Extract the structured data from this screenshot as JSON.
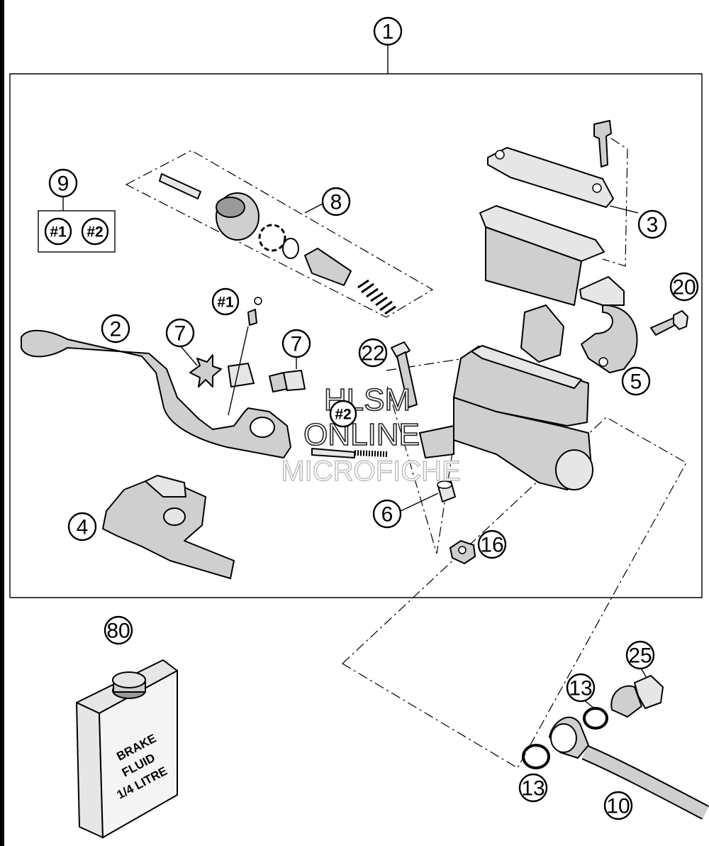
{
  "diagram": {
    "callouts": {
      "c1": "1",
      "c2": "2",
      "c3": "3",
      "c4": "4",
      "c5": "5",
      "c6": "6",
      "c7a": "7",
      "c7b": "7",
      "c8": "8",
      "c9": "9",
      "c10": "10",
      "c13a": "13",
      "c13b": "13",
      "c16": "16",
      "c20": "20",
      "c22": "22",
      "c25": "25",
      "c80": "80"
    },
    "sub_refs": {
      "kit1": "#1",
      "kit2": "#2",
      "lever_ref1": "#1",
      "lever_ref2": "#2"
    },
    "can_label": [
      "BRAKE",
      "FLUID",
      "1/4 LITRE"
    ],
    "watermark": [
      "HLSM",
      "ONLINE",
      "MICROFICHE"
    ]
  }
}
